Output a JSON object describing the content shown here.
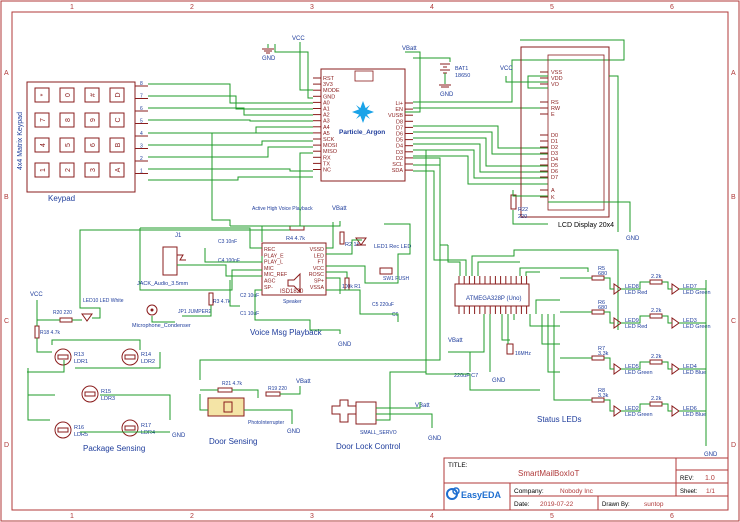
{
  "frame": {
    "columns": [
      "1",
      "2",
      "3",
      "4",
      "5",
      "6"
    ],
    "rows": [
      "A",
      "B",
      "C",
      "D"
    ]
  },
  "keypad": {
    "title": "4x4 Matrix Keypad",
    "label": "Keypad",
    "keys": [
      "1",
      "2",
      "3",
      "A",
      "4",
      "5",
      "6",
      "B",
      "7",
      "8",
      "9",
      "C",
      "*",
      "0",
      "#",
      "D"
    ],
    "pins": [
      "8",
      "7",
      "6",
      "5",
      "4",
      "3",
      "2",
      "1"
    ]
  },
  "argon": {
    "name": "Particle_Argon",
    "left_pins": [
      "RST",
      "3V3",
      "MODE",
      "GND",
      "A0",
      "A1",
      "A2",
      "A3",
      "A4",
      "A5",
      "SCK",
      "MOSI",
      "MISO",
      "RX",
      "TX",
      "NC"
    ],
    "right_pins": [
      "Li+",
      "EN",
      "VUSB",
      "D8",
      "D7",
      "D6",
      "D5",
      "D4",
      "D3",
      "D2",
      "SCL",
      "SDA"
    ]
  },
  "power": {
    "vcc": "VCC",
    "vbatt": "VBatt",
    "gnd": "GND",
    "battery_name": "BAT1",
    "battery_value": "18650"
  },
  "lcd": {
    "pins": [
      "VSS",
      "VDD",
      "VO",
      "RS",
      "RW",
      "E",
      "D0",
      "D1",
      "D2",
      "D3",
      "D4",
      "D5",
      "D6",
      "D7",
      "A",
      "K"
    ],
    "label": "LCD Display 20x4",
    "resistor_name": "R22",
    "resistor_value": "220"
  },
  "voice": {
    "chip_pins_left": [
      "REC",
      "PLAY_E",
      "PLAY_L",
      "MIC",
      "MIC_REF",
      "AGC",
      "SP-"
    ],
    "chip_pins_right": [
      "VSSD",
      "LED",
      "FT",
      "VCC",
      "ROSC",
      "SP+",
      "VSSA"
    ],
    "chip_name": "ISD1820",
    "note": "Active High Voice Playback",
    "r4": "R4 4.7k",
    "r2": "R2 1k",
    "led": "LED1 Rec LED",
    "jack": "J1",
    "jack_label": "JACK_Audio_3.5mm",
    "c3": "C3 10nF",
    "c4": "C4 100nF",
    "c2": "C2 10uF",
    "c1": "C1 10uF",
    "c5": "C5 220uF",
    "c6": "C6",
    "r3": "R3 4.7k",
    "r1": "100k R1",
    "jumper": "JP1 JUMPER2",
    "switch": "SW1 PUSH",
    "mic": "Microphone_Condenser",
    "speaker": "Speaker",
    "label": "Voice Msg Playback"
  },
  "package": {
    "r20": "R20 220",
    "led10": "LED10 LED White",
    "r18": "R18 4.7k",
    "ldrs": [
      "R13 LDR1",
      "R14 LDR2",
      "R15 LDR3",
      "R16 LDR5",
      "R17 LDR4"
    ],
    "label": "Package Sensing"
  },
  "door": {
    "r21": "R21 4.7k",
    "r19": "R19 220",
    "part": "PhotoInterrupter",
    "label": "Door Sensing"
  },
  "servo": {
    "part": "SMALL_SERVO",
    "label": "Door Lock Control"
  },
  "mcu": {
    "name": "ATMEGA328P (Uno)",
    "crystal": "16MHz",
    "cap": "220uF C7"
  },
  "status": {
    "leds": [
      {
        "r": "R5 680",
        "rb": "2.2k",
        "l": "LED8 LED Red",
        "lr": "LED7 LED Green"
      },
      {
        "r": "R6 680",
        "rb": "2.2k",
        "l": "LED9 LED Red",
        "lr": "LED3 LED Green"
      },
      {
        "r": "R7 3.3k",
        "rb": "2.2k",
        "l": "LED5 LED Green",
        "lr": "LED4 LED Blue"
      },
      {
        "r": "R8 3.3k",
        "rb": "2.2k",
        "l": "LED2 LED Green",
        "lr": "LED6 LED Blue"
      }
    ],
    "label": "Status LEDs"
  },
  "title_block": {
    "title_label": "TITLE:",
    "title": "SmartMailBoxIoT",
    "rev_label": "REV:",
    "rev": "1.0",
    "company_label": "Company:",
    "company": "Nobody Inc",
    "sheet_label": "Sheet:",
    "sheet": "1/1",
    "date_label": "Date:",
    "date": "2019-07-22",
    "drawn_label": "Drawn By:",
    "drawn": "suntop",
    "logo": "EasyEDA"
  },
  "colors": {
    "wire": "#1f9b2a",
    "part": "#8a1c1c",
    "label_blue": "#1f3d9c",
    "frame": "#b03a3a",
    "title_text": "#b03a3a"
  }
}
